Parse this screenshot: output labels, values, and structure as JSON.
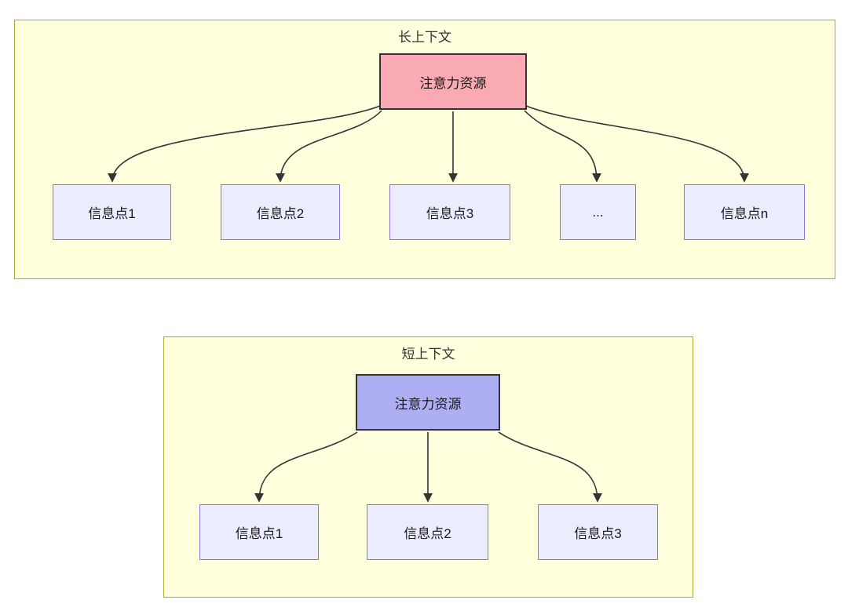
{
  "diagram": {
    "type": "flowchart",
    "clusters": [
      {
        "title": "长上下文",
        "root": {
          "label": "注意力资源",
          "fill": "#f9aab2"
        },
        "children": [
          {
            "label": "信息点1"
          },
          {
            "label": "信息点2"
          },
          {
            "label": "信息点3"
          },
          {
            "label": "..."
          },
          {
            "label": "信息点n"
          }
        ]
      },
      {
        "title": "短上下文",
        "root": {
          "label": "注意力资源",
          "fill": "#aeaef2"
        },
        "children": [
          {
            "label": "信息点1"
          },
          {
            "label": "信息点2"
          },
          {
            "label": "信息点3"
          }
        ]
      }
    ],
    "colors": {
      "cluster_fill": "#ffffde",
      "cluster_border": "#aaaa33",
      "long_root_fill": "#f9aab2",
      "short_root_fill": "#aeaef2",
      "child_node_fill": "#ececff",
      "child_node_border": "#9370db",
      "edge_stroke": "#333333",
      "text": "#333333"
    }
  }
}
